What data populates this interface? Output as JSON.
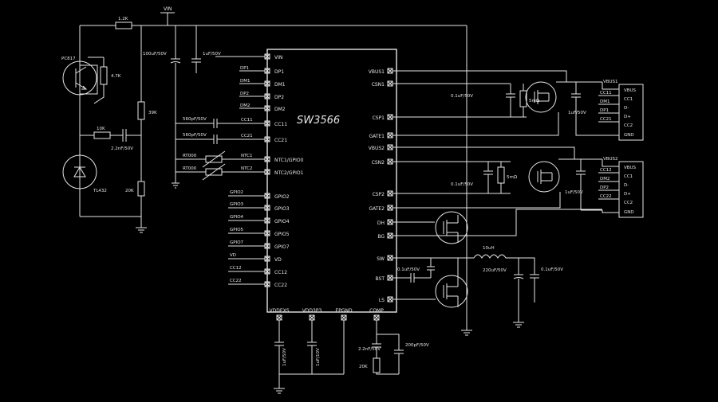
{
  "chip": {
    "name": "SW3566",
    "left_pins": [
      "VIN",
      "DP1",
      "DM1",
      "DP2",
      "DM2",
      "CC11",
      "CC21",
      "NTC1/GPIO0",
      "NTC2/GPIO1",
      "GPIO2",
      "GPIO3",
      "GPIO4",
      "GPIO5",
      "GPIO7",
      "VD",
      "CC12",
      "CC22"
    ],
    "right_pins": [
      "VBUS1",
      "CSN1",
      "CSP1",
      "GATE1",
      "VBUS2",
      "CSN2",
      "CSP2",
      "GATE2",
      "DH",
      "BG",
      "SW",
      "BST",
      "LS"
    ],
    "bottom_pins": [
      "VDDEXS",
      "VDD3P3",
      "EPGND",
      "COMP"
    ]
  },
  "nets": {
    "vin": "VIN",
    "dp1": "DP1",
    "dm1": "DM1",
    "dp2": "DP2",
    "dm2": "DM2",
    "cc11": "CC11",
    "cc21": "CC21",
    "ntc1": "NTC1",
    "ntc2": "NTC2",
    "gpio2": "GPIO2",
    "gpio3": "GPIO3",
    "gpio4": "GPIO4",
    "gpio5": "GPIO5",
    "gpio7": "GPIO7",
    "vd": "VD",
    "cc12": "CC12",
    "cc22": "CC22"
  },
  "components": {
    "r_top": "1.2K",
    "q1": "PC817",
    "r_opto": "4.7K",
    "r_39k": "39K",
    "r_10k": "10K",
    "c_fb": "2.2nF/50V",
    "u_tl": "TL432",
    "r_20k": "20K",
    "c_vin1": "100uF/50V",
    "c_vin2": "1uF/50V",
    "c_cc11": "560pF/50V",
    "c_cc21": "560pF/50V",
    "rt1": "RT000",
    "rt2": "RT000",
    "c_csn1": "0.1uF/50V",
    "r_s1": "5mΩ",
    "c_out1": "1uF/50V",
    "c_csn2": "0.1uF/50V",
    "r_s2": "5mΩ",
    "c_out2": "1uF/50V",
    "l1": "10uH",
    "c_bst": "0.1uF/50V",
    "c_bulk": "220uF/50V",
    "c_out": "0.1uF/50V",
    "c_vddex": "1uF/50V",
    "c_vdd33": "1uF/10V",
    "c_comp": "2.2nF/50V",
    "r_comp": "20K",
    "c_comp2": "200pF/50V"
  },
  "usb1": {
    "title": "VBUS1",
    "pins": [
      "VBUS",
      "CC1",
      "D-",
      "D+",
      "CC2",
      "GND"
    ],
    "nets": [
      "CC11",
      "DM1",
      "DP1",
      "CC21"
    ]
  },
  "usb2": {
    "title": "VBUS2",
    "pins": [
      "VBUS",
      "CC1",
      "D-",
      "D+",
      "CC2",
      "GND"
    ],
    "nets": [
      "CC12",
      "DM2",
      "DP2",
      "CC22"
    ]
  }
}
